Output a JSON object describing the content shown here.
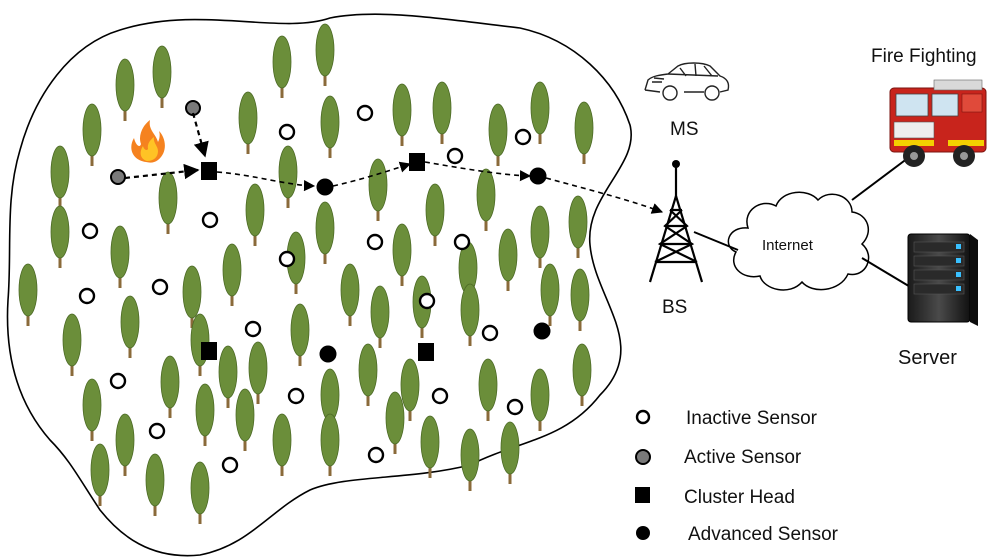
{
  "labels": {
    "fire_fighting": "Fire Fighting",
    "ms": "MS",
    "bs": "BS",
    "internet": "Internet",
    "server": "Server"
  },
  "legend": {
    "inactive": "Inactive Sensor",
    "active": "Active Sensor",
    "cluster_head": "Cluster Head",
    "advanced": "Advanced Sensor"
  },
  "colors": {
    "background": "#ffffff",
    "outline": "#000000",
    "tree_foliage": "#6b8e3a",
    "tree_trunk": "#8a6a3a",
    "active_sensor": "#7a7a7a",
    "fire": "#f5821f",
    "truck": "#c8241c"
  },
  "icons": {
    "fire": "fire-icon",
    "mobile_station": "car-icon",
    "base_station": "tower-icon",
    "internet": "cloud-icon",
    "truck": "fire-truck-icon",
    "server": "server-icon"
  }
}
